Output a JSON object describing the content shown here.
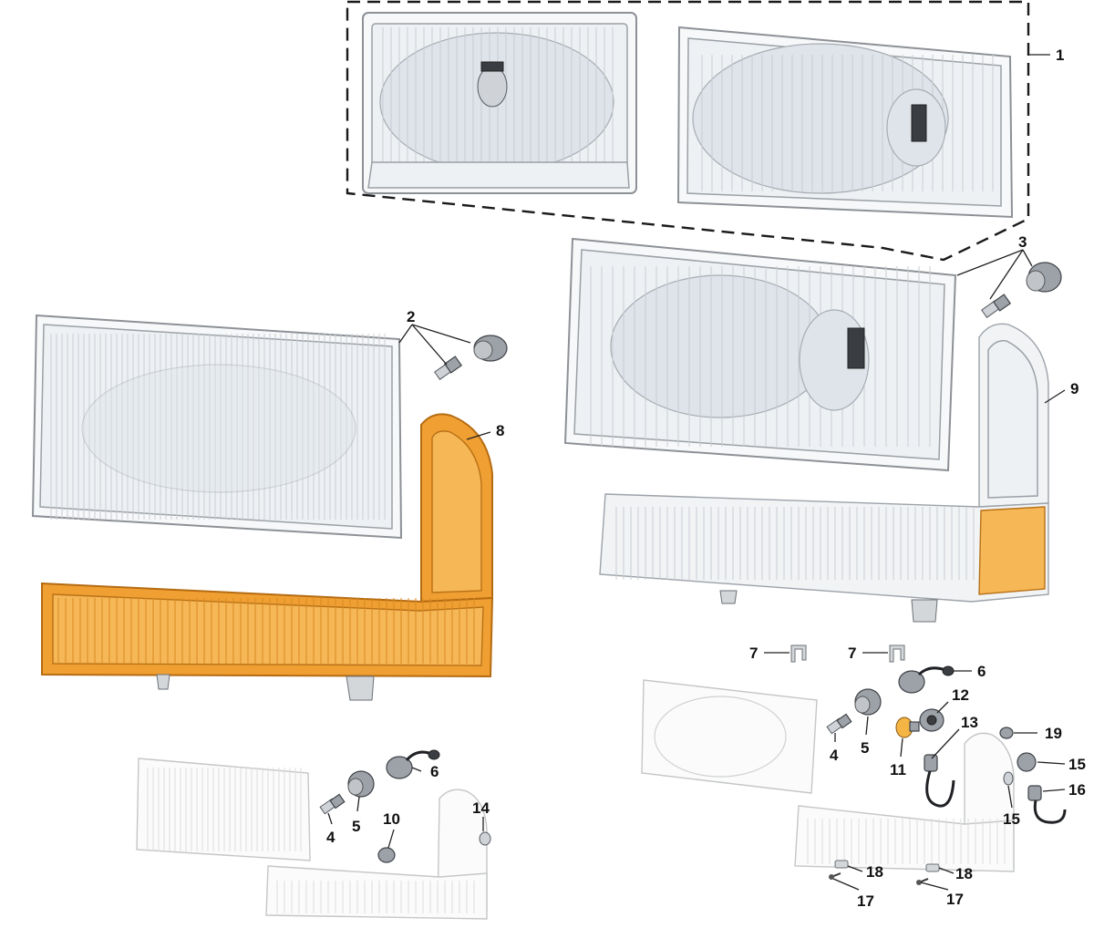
{
  "callouts": [
    {
      "id": "c1",
      "label": "1"
    },
    {
      "id": "c2",
      "label": "2"
    },
    {
      "id": "c3",
      "label": "3"
    },
    {
      "id": "c4a",
      "label": "4"
    },
    {
      "id": "c4b",
      "label": "4"
    },
    {
      "id": "c5a",
      "label": "5"
    },
    {
      "id": "c5b",
      "label": "5"
    },
    {
      "id": "c6a",
      "label": "6"
    },
    {
      "id": "c6b",
      "label": "6"
    },
    {
      "id": "c7a",
      "label": "7"
    },
    {
      "id": "c7b",
      "label": "7"
    },
    {
      "id": "c8",
      "label": "8"
    },
    {
      "id": "c9",
      "label": "9"
    },
    {
      "id": "c10",
      "label": "10"
    },
    {
      "id": "c11",
      "label": "11"
    },
    {
      "id": "c12",
      "label": "12"
    },
    {
      "id": "c13",
      "label": "13"
    },
    {
      "id": "c14",
      "label": "14"
    },
    {
      "id": "c15a",
      "label": "15"
    },
    {
      "id": "c15b",
      "label": "15"
    },
    {
      "id": "c16",
      "label": "16"
    },
    {
      "id": "c17a",
      "label": "17"
    },
    {
      "id": "c17b",
      "label": "17"
    },
    {
      "id": "c18a",
      "label": "18"
    },
    {
      "id": "c18b",
      "label": "18"
    },
    {
      "id": "c19",
      "label": "19"
    }
  ],
  "colors": {
    "amber": "#f0a032",
    "chrome": "#9aa0a6",
    "ghost": "#c4c6c8",
    "ink": "#111111"
  }
}
